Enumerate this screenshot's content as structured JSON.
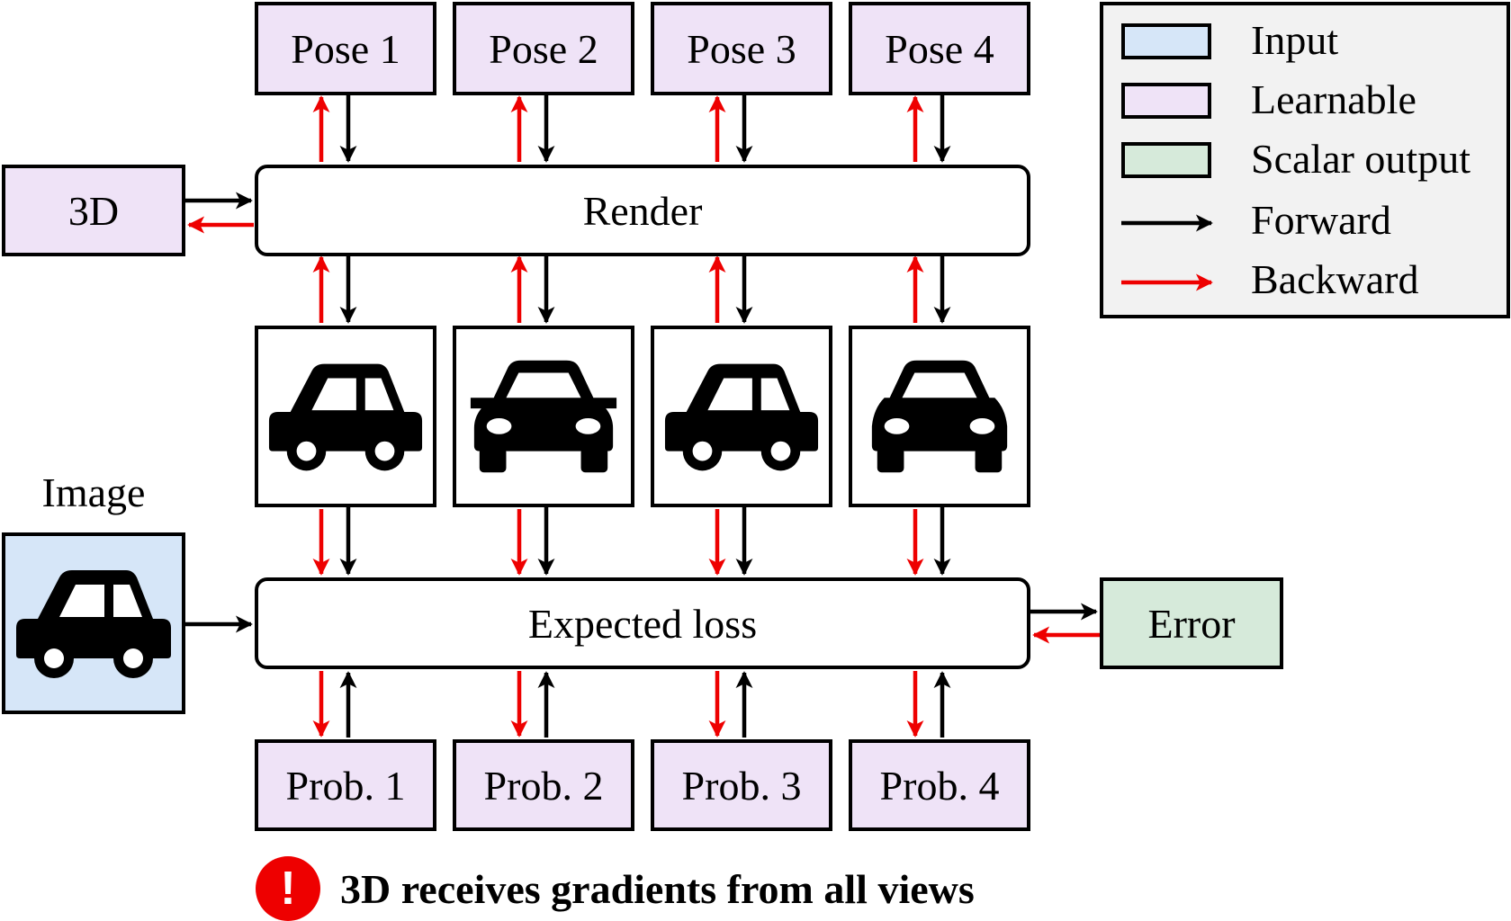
{
  "diagram": {
    "poses": [
      "Pose 1",
      "Pose 2",
      "Pose 3",
      "Pose 4"
    ],
    "three_d": "3D",
    "render": "Render",
    "image_label": "Image",
    "expected_loss": "Expected loss",
    "error": "Error",
    "probs": [
      "Prob. 1",
      "Prob. 2",
      "Prob. 3",
      "Prob. 4"
    ],
    "note": "3D receives gradients from all views",
    "note_icon": "!"
  },
  "legend": {
    "input": "Input",
    "learnable": "Learnable",
    "scalar": "Scalar output",
    "forward": "Forward",
    "backward": "Backward"
  },
  "colors": {
    "input": "#d6e6f8",
    "learnable": "#efe3f7",
    "scalar_output": "#d6eada",
    "forward": "#000000",
    "backward": "#ee0000"
  }
}
